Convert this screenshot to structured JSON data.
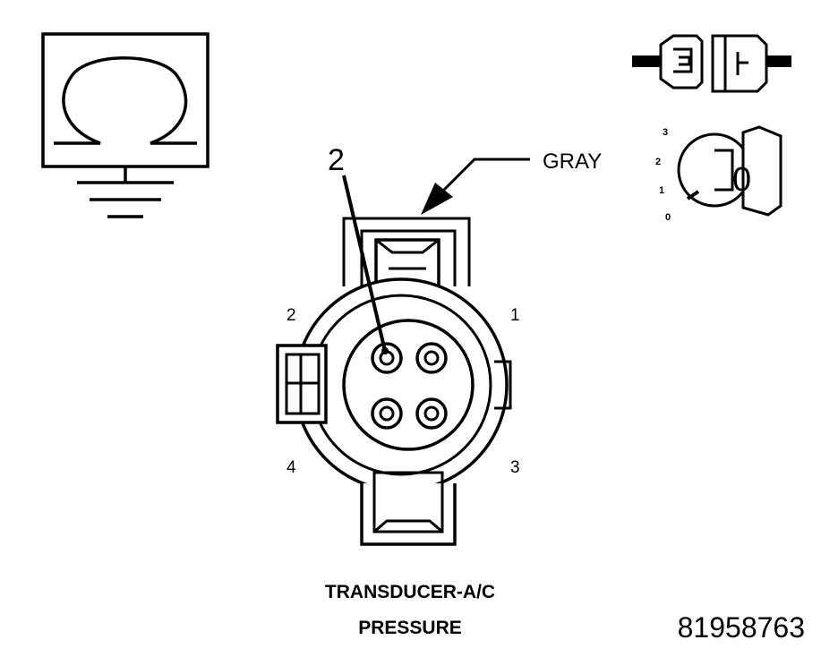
{
  "callout_number": "2",
  "wire_color_label": "GRAY",
  "pin_labels": {
    "pin1": "1",
    "pin2": "2",
    "pin3": "3",
    "pin4": "4"
  },
  "caption": {
    "line1": "TRANSDUCER-A/C",
    "line2": "PRESSURE"
  },
  "figure_id": "81958763",
  "key_switch": {
    "positions": [
      "0",
      "1",
      "2",
      "3"
    ],
    "key_label": "0"
  },
  "icons": {
    "meter": "ohmmeter-ground-icon",
    "connector": "disconnected-connector-icon",
    "ignition": "ignition-key-off-icon"
  }
}
